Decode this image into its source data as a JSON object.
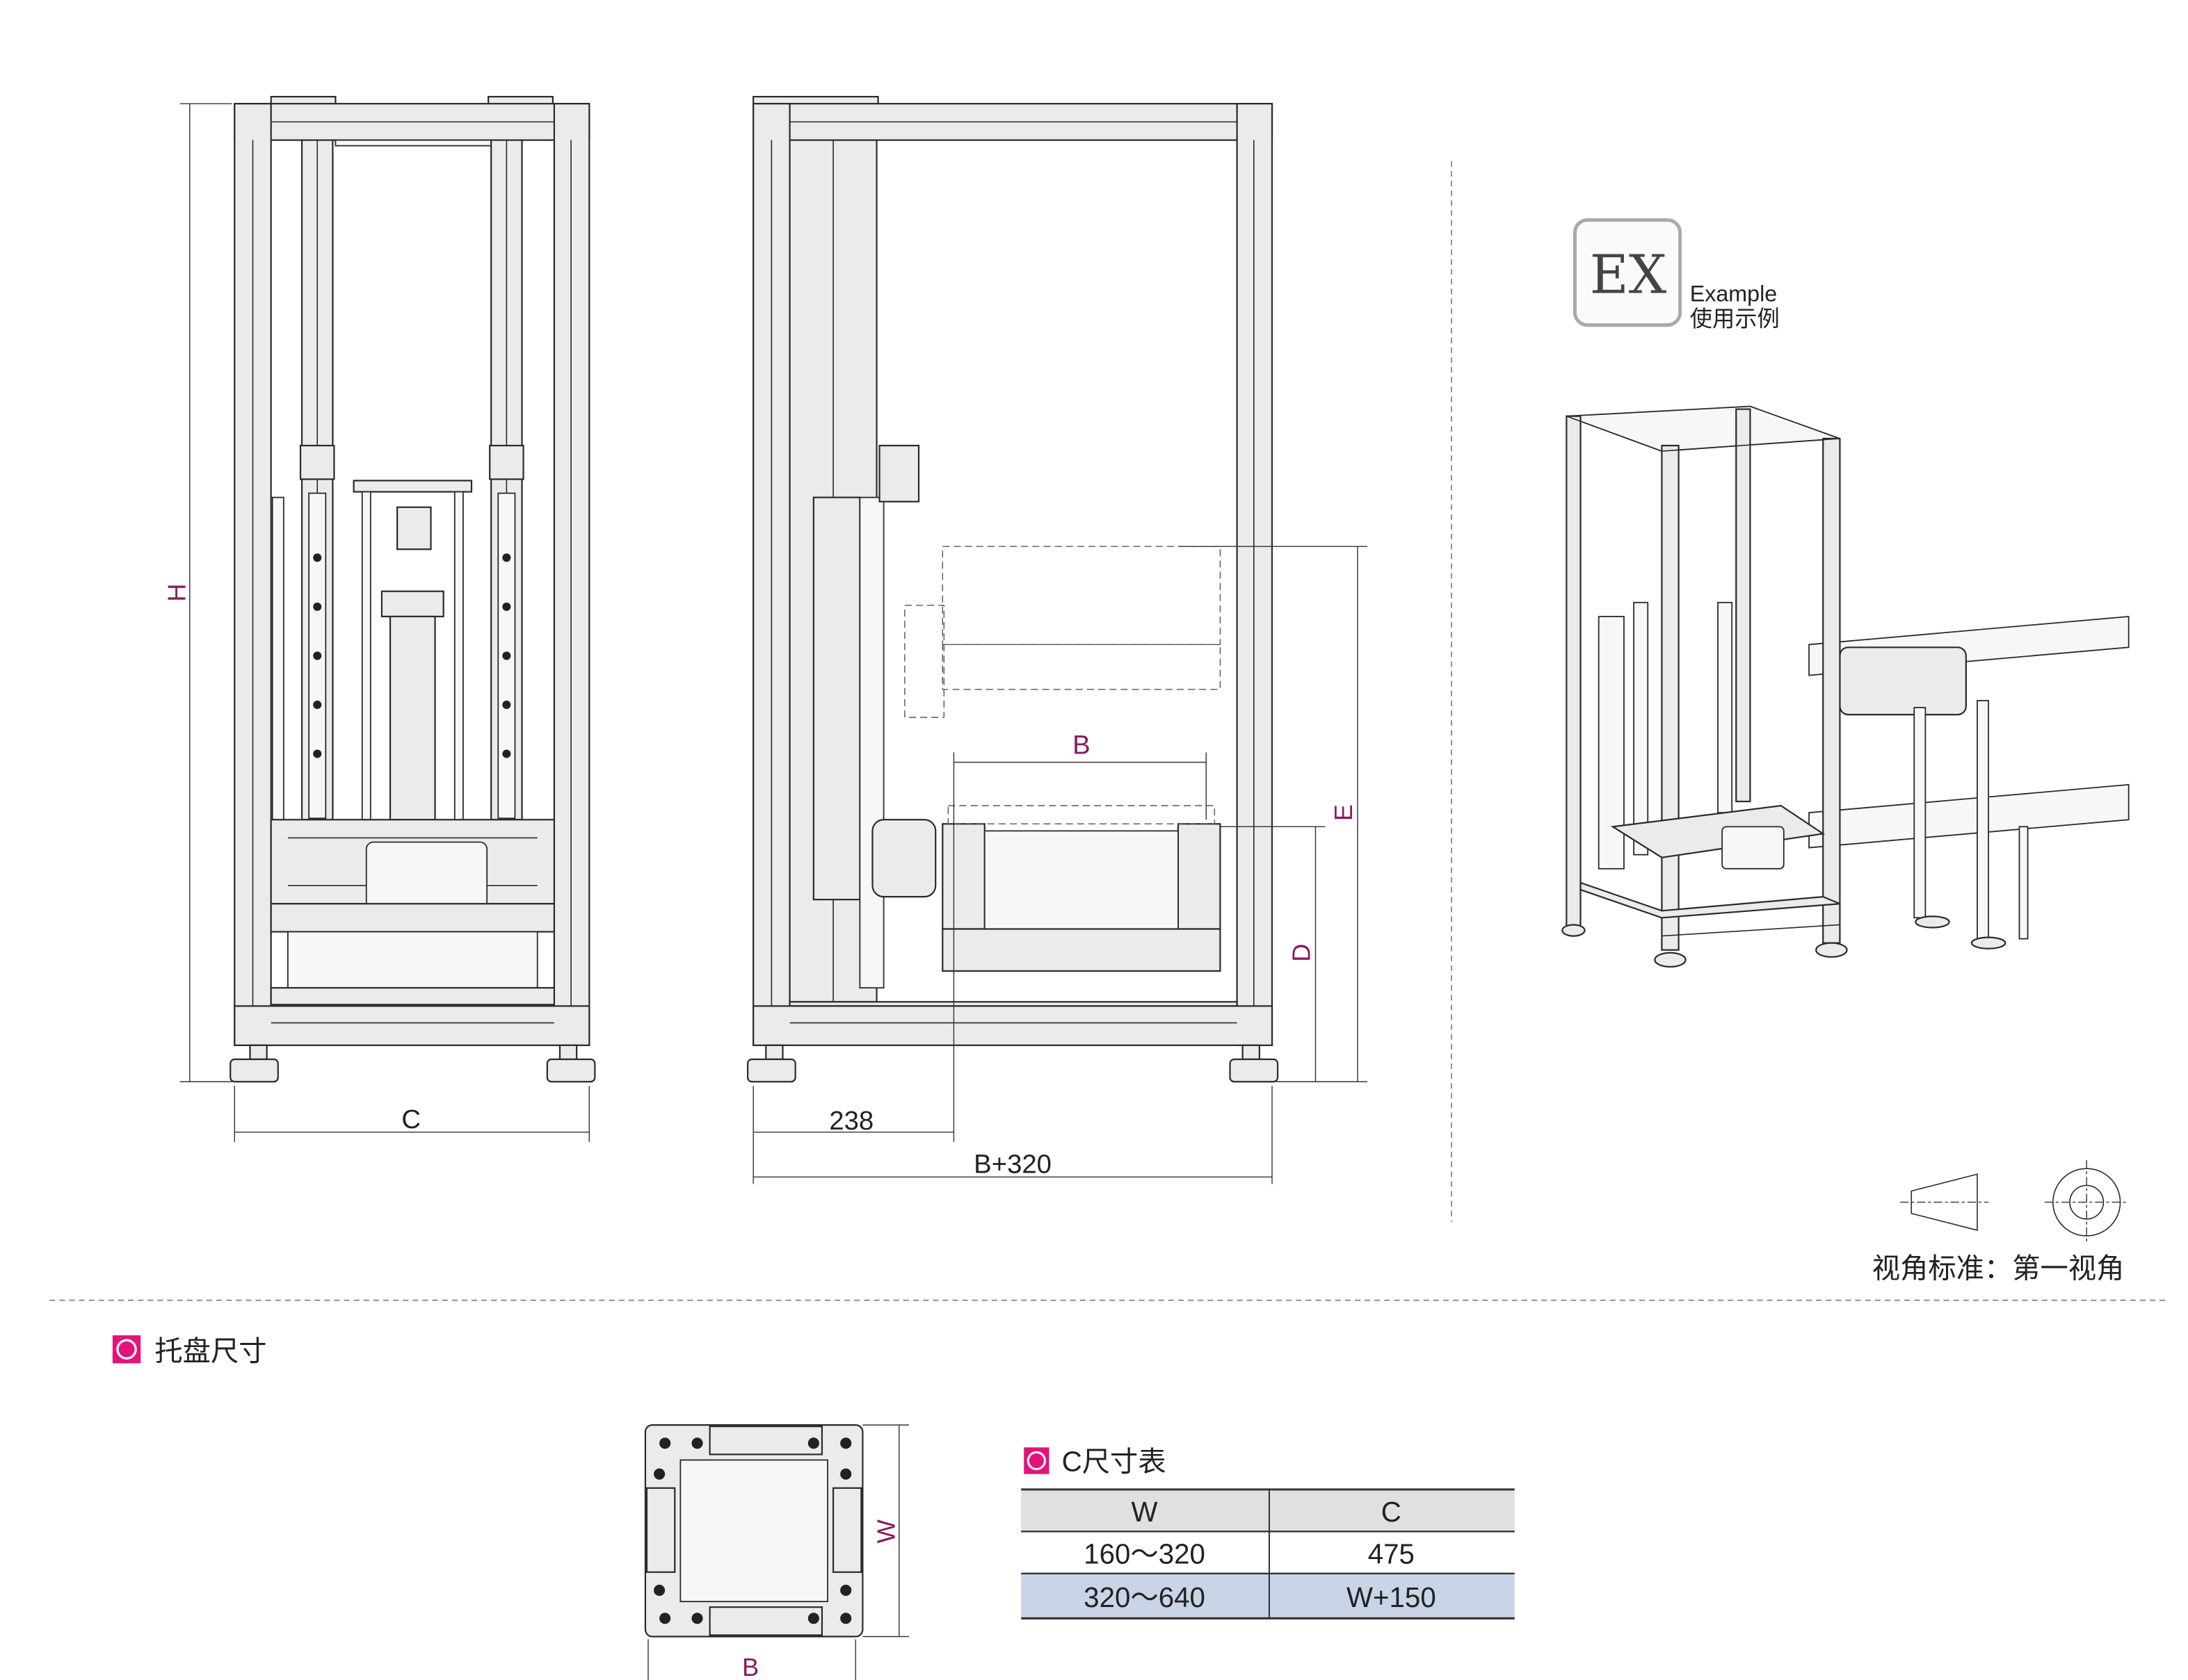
{
  "dimensions": {
    "H": "H",
    "C": "C",
    "B": "B",
    "E": "E",
    "D": "D",
    "d238": "238",
    "B_plus_320": "B+320",
    "W": "W",
    "pallet_B": "B"
  },
  "example": {
    "logo_text": "EX",
    "label_en": "Example",
    "label_cn": "使用示例"
  },
  "view_standard": "视角标准：第一视角",
  "pallet_section": {
    "title": "托盘尺寸"
  },
  "c_table": {
    "title": "C尺寸表",
    "headers": [
      "W",
      "C"
    ],
    "rows": [
      [
        "160～320",
        "475"
      ],
      [
        "320～640",
        "W+150"
      ]
    ]
  },
  "colors": {
    "accent": "#e4137b",
    "dimension_label": "#8a1a62",
    "table_header": "#e0e0e0",
    "table_highlight": "#c9d4e6"
  }
}
